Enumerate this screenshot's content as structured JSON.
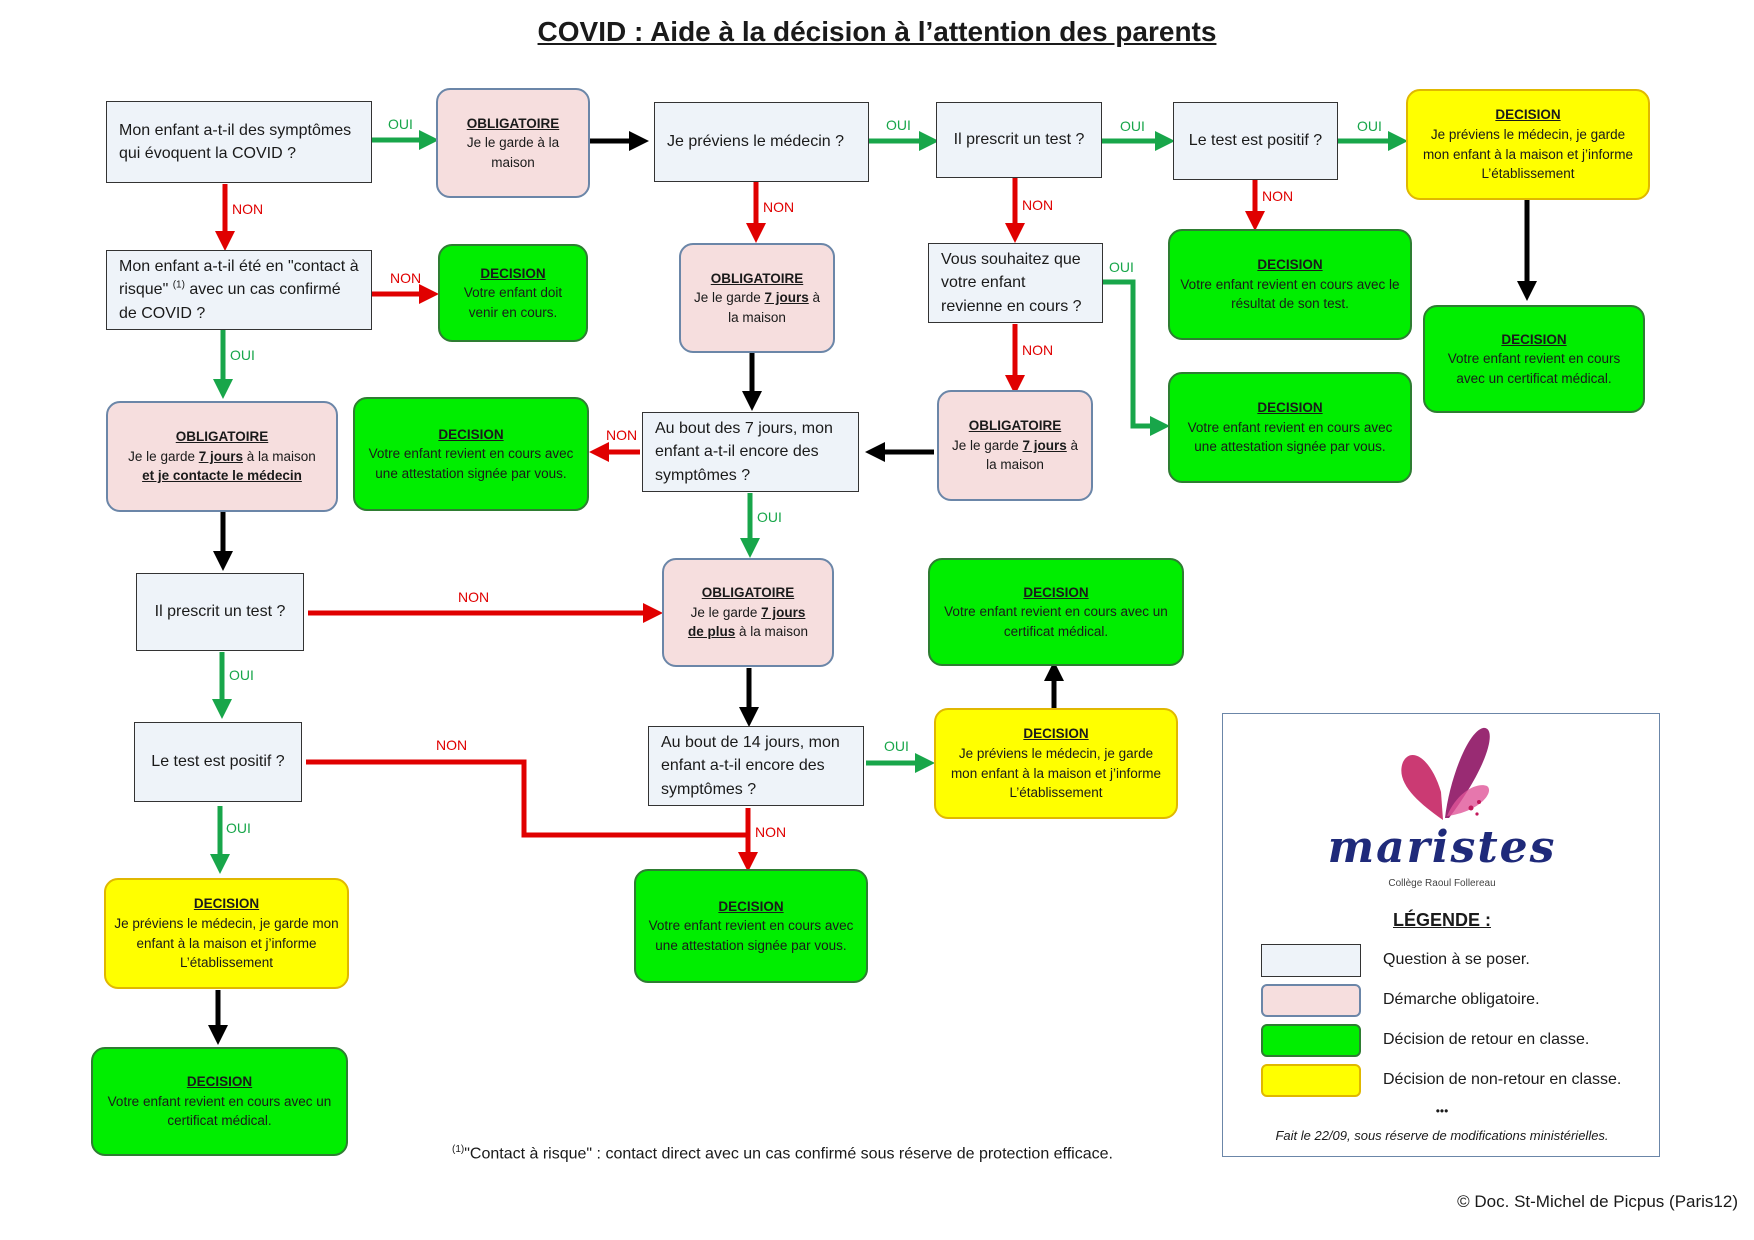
{
  "title": "COVID : Aide à la décision à l’attention des parents",
  "colors": {
    "question": "#eef3f9",
    "mandatory": "#f6dede",
    "decision_return": "#00ee00",
    "decision_no_return": "#ffff00",
    "arrow_yes": "#18a64a",
    "arrow_no": "#e00000",
    "arrow_neutral": "#000000"
  },
  "labels": {
    "yes": "OUI",
    "no": "NON"
  },
  "nodes": {
    "q_symptoms": "Mon enfant a-t-il des symptômes qui évoquent la COVID ?",
    "ob_home": {
      "head": "OBLIGATOIRE",
      "text": "Je le garde à la maison"
    },
    "q_warn_doctor": "Je préviens le médecin ?",
    "q_prescribe_top": "Il prescrit un test ?",
    "q_positive_top": "Le test est positif ?",
    "dy_top": {
      "head": "DECISION",
      "text": "Je préviens le médecin, je garde mon enfant à la maison et j’informe L’établissement"
    },
    "q_contact_a": "Mon enfant a-t-il été en \"contact à risque\"",
    "q_contact_sup": "(1)",
    "q_contact_b": "avec un cas confirmé de COVID ?",
    "dg_must_come": {
      "head": "DECISION",
      "text": "Votre enfant doit venir en cours."
    },
    "ob_7_mid": {
      "head": "OBLIGATOIRE",
      "t1": "Je le garde",
      "u": "7 jours",
      "t2": "à la maison"
    },
    "q_want_return": "Vous souhaitez que votre enfant revienne en cours ?",
    "dg_test_result": {
      "head": "DECISION",
      "text": "Votre enfant revient en cours avec le résultat de son test."
    },
    "dg_cert_top": {
      "head": "DECISION",
      "text": "Votre enfant revient en cours avec un certificat médical."
    },
    "dg_attest_right": {
      "head": "DECISION",
      "text": "Votre enfant revient en cours avec une attestation signée par vous."
    },
    "ob_7_contact": {
      "head": "OBLIGATOIRE",
      "t1": "Je le garde",
      "u1": "7 jours",
      "t2": "à la maison",
      "u2": "et je contacte le médecin"
    },
    "dg_attest_left": {
      "head": "DECISION",
      "text": "Votre enfant revient en cours avec une attestation signée par vous."
    },
    "q_7days": "Au bout des 7 jours, mon enfant a-t-il encore des symptômes ?",
    "ob_7_right": {
      "head": "OBLIGATOIRE",
      "t1": "Je le garde",
      "u": "7 jours",
      "t2": "à la maison"
    },
    "q_prescribe_left": "Il prescrit un test ?",
    "ob_7_more": {
      "head": "OBLIGATOIRE",
      "t1": "Je le garde",
      "u1": "7 jours",
      "u2": "de plus",
      "t2": "à la maison"
    },
    "dg_cert_mid": {
      "head": "DECISION",
      "text": "Votre enfant revient en cours avec un certificat médical."
    },
    "q_positive_left": "Le test est positif ?",
    "q_14days": "Au bout de 14 jours, mon enfant a-t-il encore des symptômes ?",
    "dy_mid": {
      "head": "DECISION",
      "text": "Je préviens le médecin, je garde mon enfant à la maison et j’informe L’établissement"
    },
    "dy_left": {
      "head": "DECISION",
      "text": "Je préviens le médecin, je garde mon enfant à la maison et j’informe L’établissement"
    },
    "dg_attest_bottom": {
      "head": "DECISION",
      "text": "Votre enfant revient en cours avec une attestation signée par vous."
    },
    "dg_cert_left": {
      "head": "DECISION",
      "text": "Votre enfant revient en cours avec un certificat médical."
    }
  },
  "legend": {
    "logo_word": "maristes",
    "logo_sub": "Collège Raoul Follereau",
    "title": "LÉGENDE :",
    "items": [
      {
        "label": "Question à se poser.",
        "color": "#eef3f9"
      },
      {
        "label": "Démarche obligatoire.",
        "color": "#f6dede"
      },
      {
        "label": "Décision de retour en classe.",
        "color": "#00ee00"
      },
      {
        "label": "Décision de non-retour en classe.",
        "color": "#ffff00"
      }
    ],
    "dots": "•••",
    "note": "Fait le 22/09, sous réserve de modifications ministérielles."
  },
  "footnote": {
    "sup": "(1)",
    "text": "\"Contact à risque\" : contact direct avec un cas confirmé sous réserve de protection efficace."
  },
  "copyright": "© Doc. St-Michel de Picpus (Paris12)"
}
